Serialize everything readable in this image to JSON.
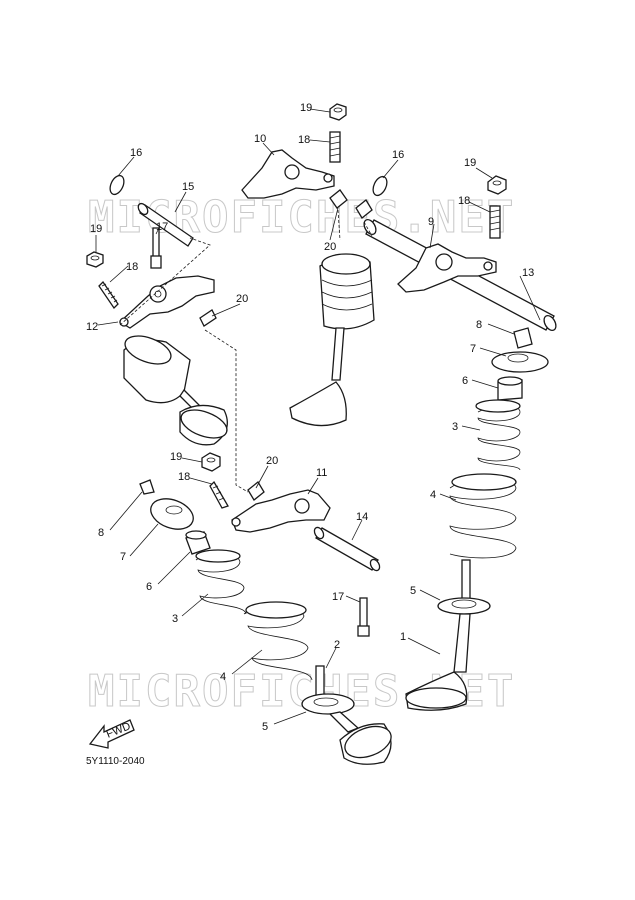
{
  "watermark": "MICROFICHES.NET",
  "diagram_code": "5Y1110-2040",
  "fwd_label": "FWD",
  "callouts": [
    "1",
    "2",
    "3",
    "4",
    "5",
    "6",
    "7",
    "8",
    "9",
    "10",
    "11",
    "12",
    "13",
    "14",
    "15",
    "16",
    "17",
    "18",
    "19",
    "20"
  ]
}
